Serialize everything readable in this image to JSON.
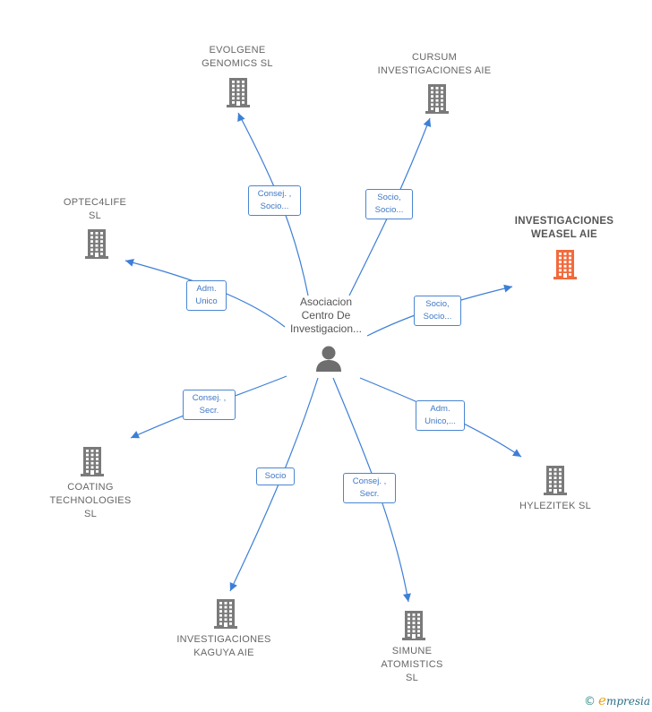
{
  "center": {
    "label": "Asociacion\nCentro De\nInvestigacion..."
  },
  "companies": [
    {
      "id": "evolgene",
      "label": "EVOLGENE\nGENOMICS  SL",
      "highlight": false
    },
    {
      "id": "cursum",
      "label": "CURSUM\nINVESTIGACIONES AIE",
      "highlight": false
    },
    {
      "id": "optec4life",
      "label": "OPTEC4LIFE\nSL",
      "highlight": false
    },
    {
      "id": "weasel",
      "label": "INVESTIGACIONES\nWEASEL AIE",
      "highlight": true
    },
    {
      "id": "coating",
      "label": "COATING\nTECHNOLOGIES\nSL",
      "highlight": false
    },
    {
      "id": "hylezitek",
      "label": "HYLEZITEK  SL",
      "highlight": false
    },
    {
      "id": "kaguya",
      "label": "INVESTIGACIONES\nKAGUYA AIE",
      "highlight": false
    },
    {
      "id": "simune",
      "label": "SIMUNE\nATOMISTICS\nSL",
      "highlight": false
    }
  ],
  "relations": [
    {
      "to": "evolgene",
      "label": "Consej. ,\nSocio..."
    },
    {
      "to": "cursum",
      "label": "Socio,\nSocio..."
    },
    {
      "to": "optec4life",
      "label": "Adm.\nUnico"
    },
    {
      "to": "weasel",
      "label": "Socio,\nSocio..."
    },
    {
      "to": "coating",
      "label": "Consej. ,\nSecr."
    },
    {
      "to": "hylezitek",
      "label": "Adm.\nUnico,..."
    },
    {
      "to": "kaguya",
      "label": "Socio"
    },
    {
      "to": "simune",
      "label": "Consej. ,\nSecr."
    }
  ],
  "colors": {
    "edge": "#3d7fd6",
    "building": "#7a7a7a",
    "building_highlight": "#f26a3c",
    "person": "#6e6e6e"
  },
  "footer": {
    "copyright": "©",
    "brand_e": "e",
    "brand_rest": "mpresia"
  }
}
